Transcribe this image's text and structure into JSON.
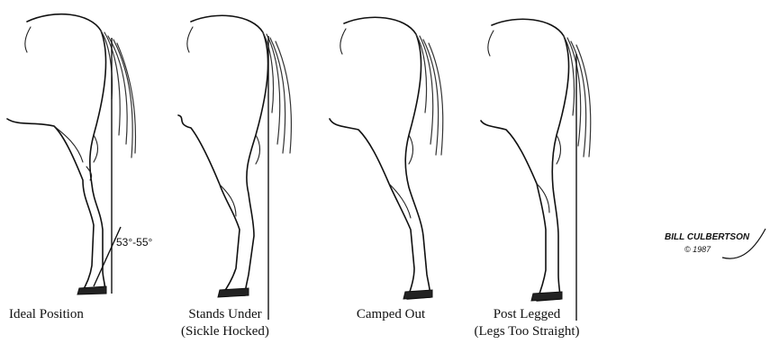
{
  "figures": [
    {
      "id": "ideal",
      "caption_lines": [
        "Ideal Position"
      ]
    },
    {
      "id": "stands-under",
      "caption_lines": [
        "Stands Under",
        "(Sickle Hocked)"
      ]
    },
    {
      "id": "camped-out",
      "caption_lines": [
        "Camped Out"
      ]
    },
    {
      "id": "post-legged",
      "caption_lines": [
        "Post Legged",
        "(Legs Too Straight)"
      ]
    }
  ],
  "angle_annotation": "53°-55°",
  "signature": {
    "name": "BILL CULBERTSON",
    "year": "© 1987"
  }
}
